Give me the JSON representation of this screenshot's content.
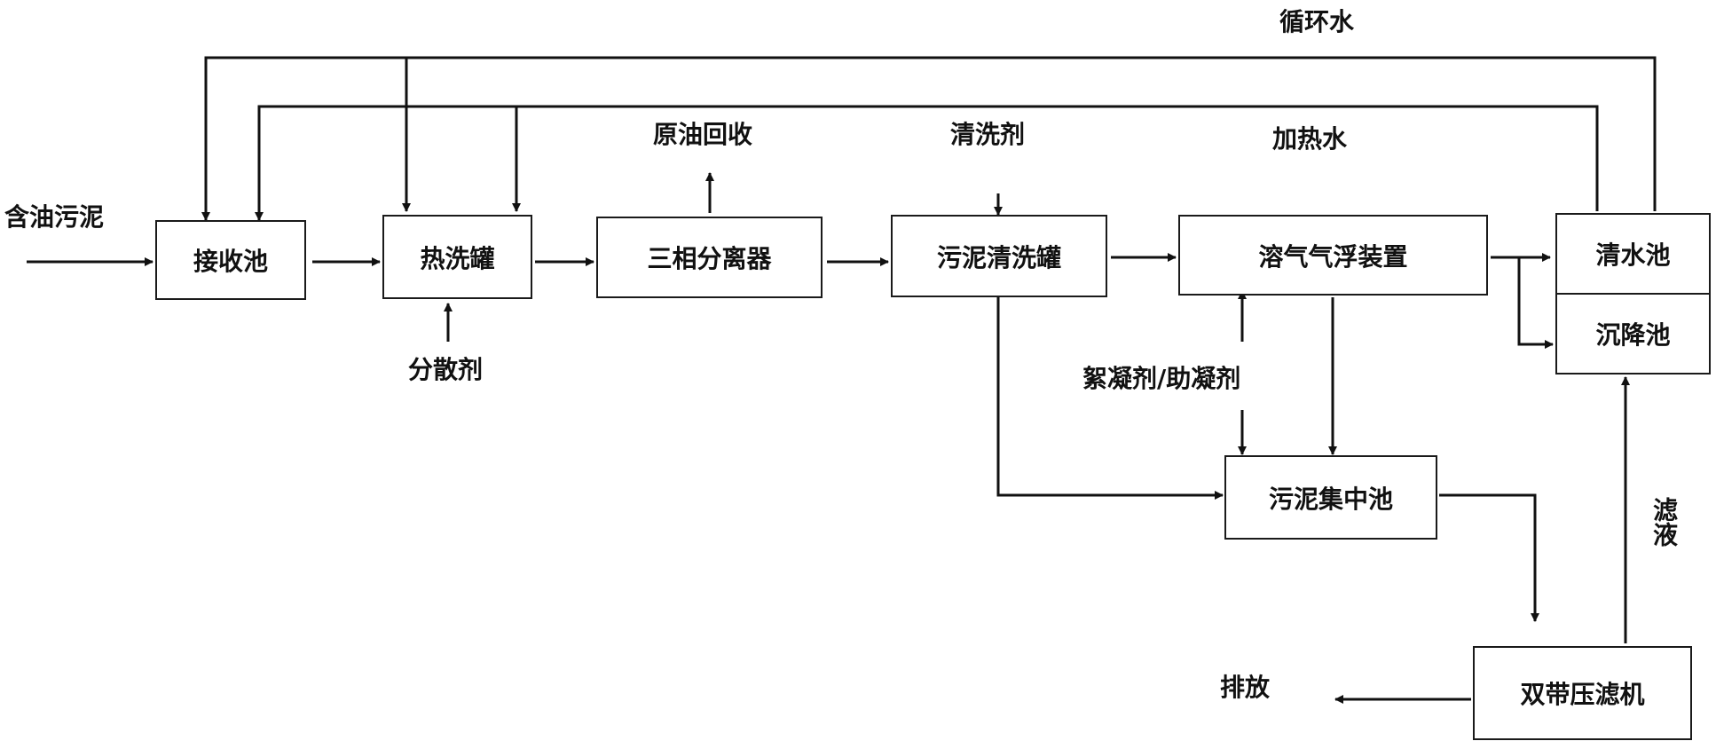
{
  "diagram": {
    "nodes": {
      "receiving_tank": "接收池",
      "hot_wash_tank": "热洗罐",
      "three_phase_separator": "三相分离器",
      "sludge_wash_tank": "污泥清洗罐",
      "daf_unit": "溶气气浮装置",
      "clear_water_tank": "清水池",
      "settling_tank": "沉降池",
      "sludge_collection_tank": "污泥集中池",
      "belt_filter_press": "双带压滤机"
    },
    "labels": {
      "oily_sludge": "含油污泥",
      "recycled_water": "循环水",
      "heated_water": "加热水",
      "crude_oil_recovery": "原油回收",
      "cleaning_agent": "清洗剂",
      "dispersant": "分散剂",
      "flocculant_coagulant_aid": "絮凝剂/助凝剂",
      "filtrate": "滤液",
      "discharge": "排放"
    }
  }
}
